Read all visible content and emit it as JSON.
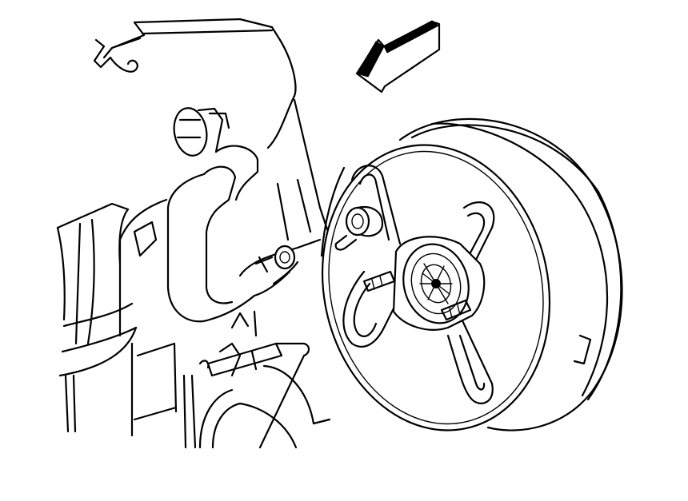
{
  "figure": {
    "description": "Black-and-white service line drawing of a brake booster assembly with vacuum hose/check valve fitting and a directional arrow",
    "colors": {
      "background": "#ffffff",
      "line": "#000000"
    },
    "elements": [
      {
        "id": "direction-arrow",
        "label": "Direction arrow pointing toward the assembly (upper center)"
      },
      {
        "id": "brake-booster",
        "label": "Brake booster disc with four spoke reinforcements and central hub"
      },
      {
        "id": "booster-stud",
        "label": "Booster mounting stud / check valve grommet"
      },
      {
        "id": "vacuum-hose",
        "label": "Bent vacuum hose / pipe assembly (left)"
      },
      {
        "id": "hose-connector",
        "label": "Hose connector clip near top of hose"
      },
      {
        "id": "check-valve-fitting",
        "label": "Check valve fitting with clamp at hose end"
      },
      {
        "id": "cowl-panel",
        "label": "Dash / cowl panel (upper left)"
      },
      {
        "id": "wiring-harness",
        "label": "Wiring harness strap (top left)"
      },
      {
        "id": "lower-bracket",
        "label": "Lower bracket / brake line fittings"
      }
    ]
  }
}
